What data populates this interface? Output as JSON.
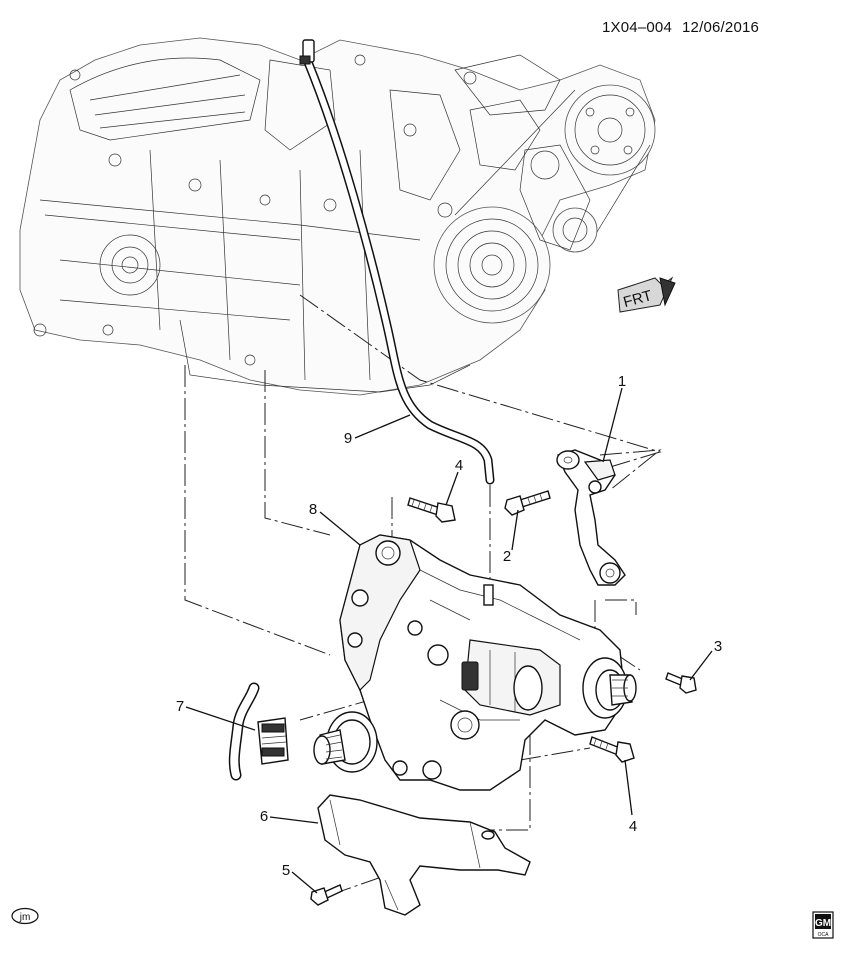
{
  "header": {
    "illustration_id": "1X04–004",
    "date": "12/06/2016"
  },
  "direction_marker": {
    "label": "FRT",
    "icon": "front-arrow-icon"
  },
  "callouts": [
    "1",
    "2",
    "3",
    "4",
    "4",
    "5",
    "6",
    "7",
    "8",
    "9"
  ],
  "footer": {
    "left_logo_text": "jm",
    "right_logo_text": "GM",
    "right_logo_subtext": "OCA"
  }
}
